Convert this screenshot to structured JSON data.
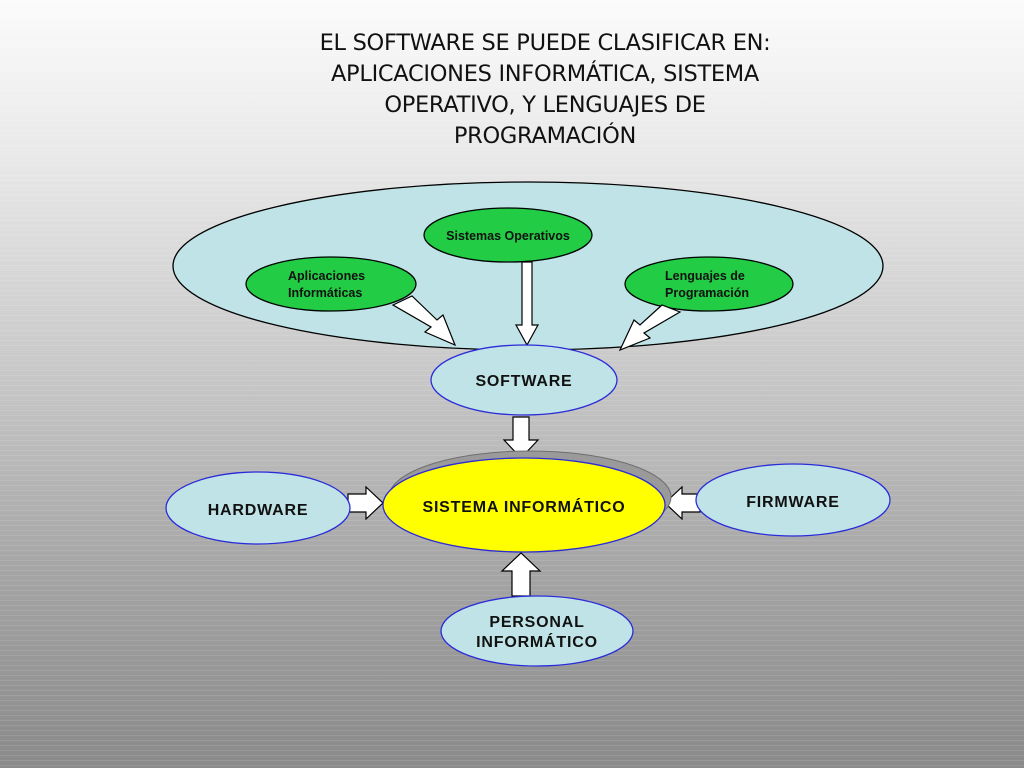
{
  "title": {
    "lines": [
      "EL SOFTWARE SE PUEDE CLASIFICAR EN:",
      "APLICACIONES INFORMÁTICA, SISTEMA",
      "OPERATIVO, Y LENGUAJES DE",
      "PROGRAMACIÓN"
    ]
  },
  "nodes": {
    "sistemas_operativos": "Sistemas Operativos",
    "aplicaciones": [
      "Aplicaciones",
      "Informáticas"
    ],
    "lenguajes": [
      "Lenguajes de",
      "Programación"
    ],
    "software": "SOFTWARE",
    "sistema_informatico": "SISTEMA INFORMÁTICO",
    "hardware": "HARDWARE",
    "firmware": "FIRMWARE",
    "personal": [
      "PERSONAL",
      "INFORMÁTICO"
    ]
  },
  "colors": {
    "light_blue": "#bfe3e6",
    "green": "#22cc44",
    "yellow": "#ffff00",
    "border_blue": "#2b2bd8"
  }
}
